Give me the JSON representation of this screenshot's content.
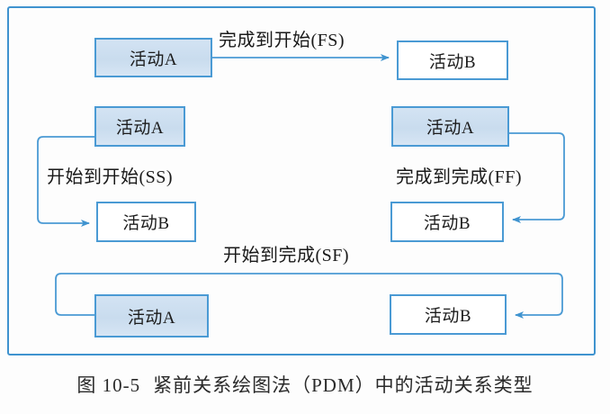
{
  "figure": {
    "caption_number": "图 10-5",
    "caption_text": "紧前关系绘图法（PDM）中的活动关系类型",
    "accent_color": "#4a9ad4",
    "box_fill_color": "#cfe0f0",
    "text_color": "#1a1a1a",
    "background_color": "#fdfdfd"
  },
  "relationships": [
    {
      "id": "fs",
      "label": "完成到开始(FS)",
      "from_box": "活动A",
      "to_box": "活动B",
      "from_anchor": "finish",
      "to_anchor": "start"
    },
    {
      "id": "ss",
      "label": "开始到开始(SS)",
      "from_box": "活动A",
      "to_box": "活动B",
      "from_anchor": "start",
      "to_anchor": "start"
    },
    {
      "id": "ff",
      "label": "完成到完成(FF)",
      "from_box": "活动A",
      "to_box": "活动B",
      "from_anchor": "finish",
      "to_anchor": "finish"
    },
    {
      "id": "sf",
      "label": "开始到完成(SF)",
      "from_box": "活动A",
      "to_box": "活动B",
      "from_anchor": "start",
      "to_anchor": "finish"
    }
  ],
  "boxes": {
    "fs_a": "活动A",
    "fs_b": "活动B",
    "ss_a": "活动A",
    "ss_b": "活动B",
    "ff_a": "活动A",
    "ff_b": "活动B",
    "sf_a": "活动A",
    "sf_b": "活动B"
  }
}
